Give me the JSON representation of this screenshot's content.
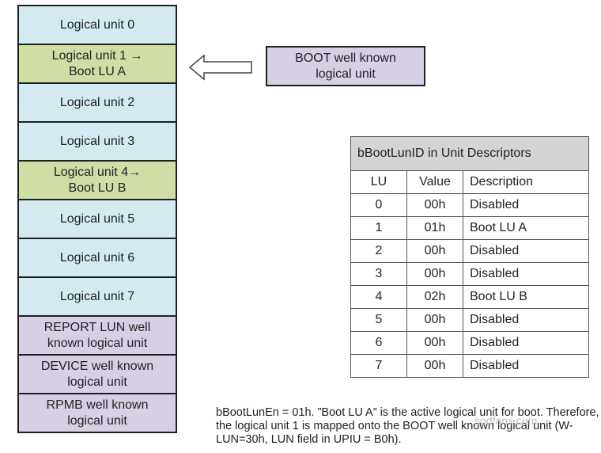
{
  "units": [
    {
      "label": "Logical unit 0",
      "kind": "blue"
    },
    {
      "label": "Logical unit 1 →\nBoot LU A",
      "kind": "green"
    },
    {
      "label": "Logical unit 2",
      "kind": "blue"
    },
    {
      "label": "Logical unit 3",
      "kind": "blue"
    },
    {
      "label": "Logical unit 4→\nBoot LU B",
      "kind": "green"
    },
    {
      "label": "Logical unit 5",
      "kind": "blue"
    },
    {
      "label": "Logical unit 6",
      "kind": "blue"
    },
    {
      "label": "Logical unit 7",
      "kind": "blue"
    },
    {
      "label": "REPORT LUN well\nknown logical unit",
      "kind": "purple"
    },
    {
      "label": "DEVICE well known\nlogical unit",
      "kind": "purple"
    },
    {
      "label": "RPMB well known\nlogical unit",
      "kind": "purple"
    }
  ],
  "boot_wlun": {
    "label": "BOOT well known\nlogical unit"
  },
  "table": {
    "caption": "bBootLunID in Unit Descriptors",
    "headers": [
      "LU",
      "Value",
      "Description"
    ],
    "rows": [
      [
        "0",
        "00h",
        "Disabled"
      ],
      [
        "1",
        "01h",
        "Boot LU A"
      ],
      [
        "2",
        "00h",
        "Disabled"
      ],
      [
        "3",
        "00h",
        "Disabled"
      ],
      [
        "4",
        "02h",
        "Boot LU B"
      ],
      [
        "5",
        "00h",
        "Disabled"
      ],
      [
        "6",
        "00h",
        "Disabled"
      ],
      [
        "7",
        "00h",
        "Disabled"
      ]
    ]
  },
  "note": "bBootLunEn = 01h. ”Boot LU A” is the active logical unit for boot. Therefore, the logical unit 1 is mapped onto the BOOT well known logical unit (W-LUN=30h, LUN field in UPIU = B0h).",
  "watermark": "sodfans.com",
  "colors": {
    "blue": "#d3ebf0",
    "green": "#cfdda6",
    "purple": "#d7d0e4",
    "table_header": "#d4d4d4"
  }
}
